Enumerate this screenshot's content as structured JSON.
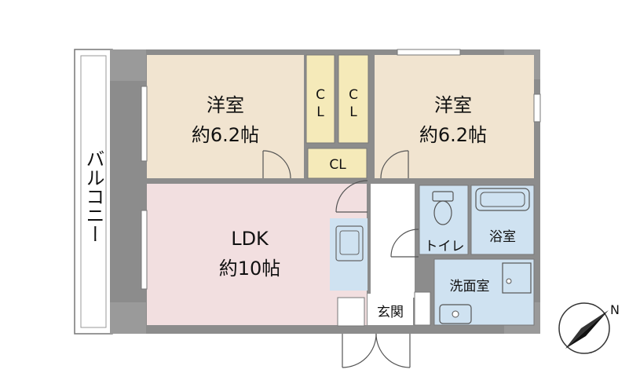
{
  "rooms": {
    "western_left": {
      "name": "洋室",
      "size": "約6.2帖"
    },
    "western_right": {
      "name": "洋室",
      "size": "約6.2帖"
    },
    "ldk": {
      "name": "LDK",
      "size": "約10帖"
    },
    "closet1": {
      "label1": "C",
      "label2": "L"
    },
    "closet2": {
      "label1": "C",
      "label2": "L"
    },
    "closet3": {
      "label": "CL"
    },
    "toilet": {
      "name": "トイレ"
    },
    "bath": {
      "name": "浴室"
    },
    "washroom": {
      "name": "洗面室"
    },
    "entrance": {
      "name": "玄関"
    }
  },
  "balcony": {
    "label": "バルコニー"
  },
  "compass": {
    "label": "N"
  },
  "colors": {
    "western": "#f1e4d0",
    "ldk": "#f2dfe0",
    "wet": "#cfe2f1",
    "wall": "#8c8c8c",
    "column": "#9a9a9a"
  }
}
